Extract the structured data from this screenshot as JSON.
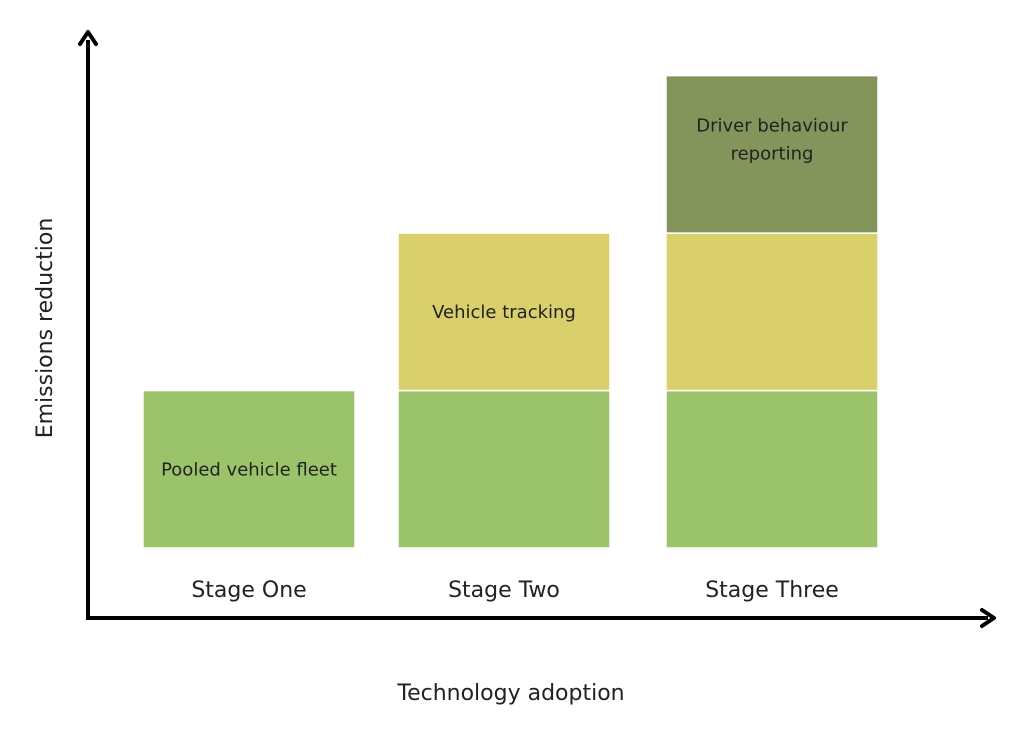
{
  "chart_data": {
    "type": "bar",
    "stacked": true,
    "title": "",
    "xlabel": "Technology adoption",
    "ylabel": "Emissions reduction",
    "categories": [
      "Stage One",
      "Stage Two",
      "Stage Three"
    ],
    "series": [
      {
        "name": "Pooled vehicle fleet",
        "color": "#9bc46a",
        "values": [
          1,
          1,
          1
        ],
        "labels": [
          "Pooled vehicle fleet",
          "",
          ""
        ]
      },
      {
        "name": "Vehicle tracking",
        "color": "#d9cf6b",
        "values": [
          0,
          1,
          1
        ],
        "labels": [
          "",
          "Vehicle tracking",
          ""
        ]
      },
      {
        "name": "Driver behaviour reporting",
        "color": "#84955c",
        "values": [
          0,
          0,
          1
        ],
        "labels": [
          "",
          "",
          "Driver behaviour reporting"
        ]
      }
    ],
    "ylim": [
      0,
      3.15
    ],
    "grid": false,
    "legend": "none",
    "axis_color": "#000000"
  }
}
